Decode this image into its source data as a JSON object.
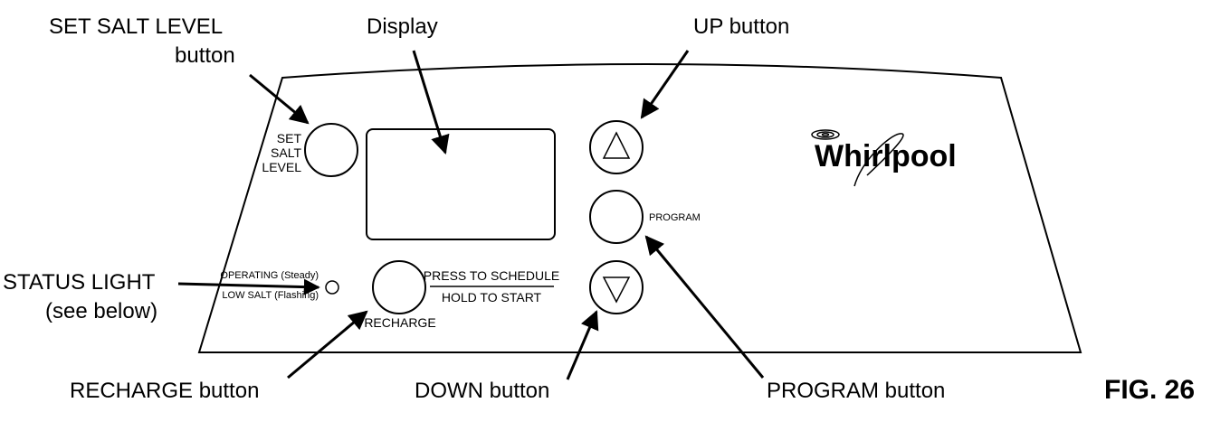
{
  "callouts": {
    "set_salt_level": [
      "SET SALT LEVEL",
      "button"
    ],
    "display": "Display",
    "up": "UP button",
    "status_light": [
      "STATUS LIGHT",
      "(see below)"
    ],
    "recharge": "RECHARGE button",
    "down": "DOWN button",
    "program": "PROGRAM button"
  },
  "figure": "FIG. 26",
  "panel": {
    "set_salt_level": [
      "SET",
      "SALT",
      "LEVEL"
    ],
    "status_operating": "OPERATING (Steady)",
    "status_low_salt": "LOW SALT (Flashing)",
    "recharge": "RECHARGE",
    "press_to_schedule": "PRESS TO SCHEDULE",
    "hold_to_start": "HOLD TO START",
    "program": "PROGRAM",
    "brand": "Whirlpool"
  },
  "icons": {
    "up": "triangle-up-icon",
    "down": "triangle-down-icon",
    "logo_swirl": "whirlpool-swirl-icon"
  }
}
